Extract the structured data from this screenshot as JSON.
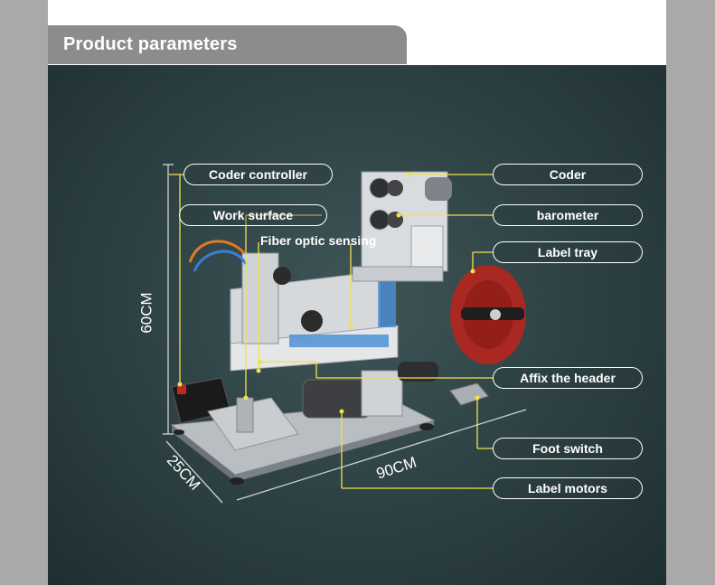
{
  "header": {
    "title": "Product parameters"
  },
  "labels": {
    "coder_controller": "Coder controller",
    "work_surface": "Work surface",
    "fiber_optic": "Fiber optic sensing",
    "coder": "Coder",
    "barometer": "barometer",
    "label_tray": "Label tray",
    "affix_header": "Affix the header",
    "foot_switch": "Foot switch",
    "label_motors": "Label motors"
  },
  "dimensions": {
    "height": "60CM",
    "depth": "25CM",
    "width": "90CM"
  },
  "colors": {
    "leader_line": "#f2e14a",
    "accent_red": "#c0281e",
    "panel": "#2f4446"
  }
}
